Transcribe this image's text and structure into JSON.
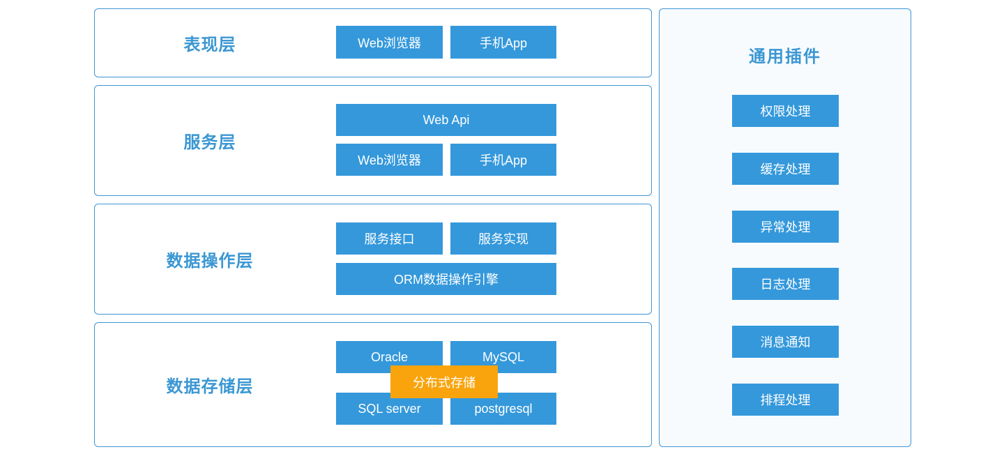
{
  "colors": {
    "node_blue": "#3498DB",
    "border_blue": "#3E95D5",
    "label_blue": "#3B97D3",
    "accent_orange": "#F9A40D",
    "panel_background": "#F7FBFE"
  },
  "layers": [
    {
      "label": "表现层",
      "buttons": [
        "Web浏览器",
        "手机App"
      ]
    },
    {
      "label": "服务层",
      "buttons": [
        "Web Api",
        "Web浏览器",
        "手机App"
      ]
    },
    {
      "label": "数据操作层",
      "buttons": [
        "服务接口",
        "服务实现",
        "ORM数据操作引擎"
      ]
    },
    {
      "label": "数据存储层",
      "buttons": [
        "Oracle",
        "MySQL",
        "SQL server",
        "postgresql"
      ],
      "overlay": "分布式存储"
    }
  ],
  "plugins": {
    "title": "通用插件",
    "items": [
      "权限处理",
      "缓存处理",
      "异常处理",
      "日志处理",
      "消息通知",
      "排程处理"
    ]
  }
}
